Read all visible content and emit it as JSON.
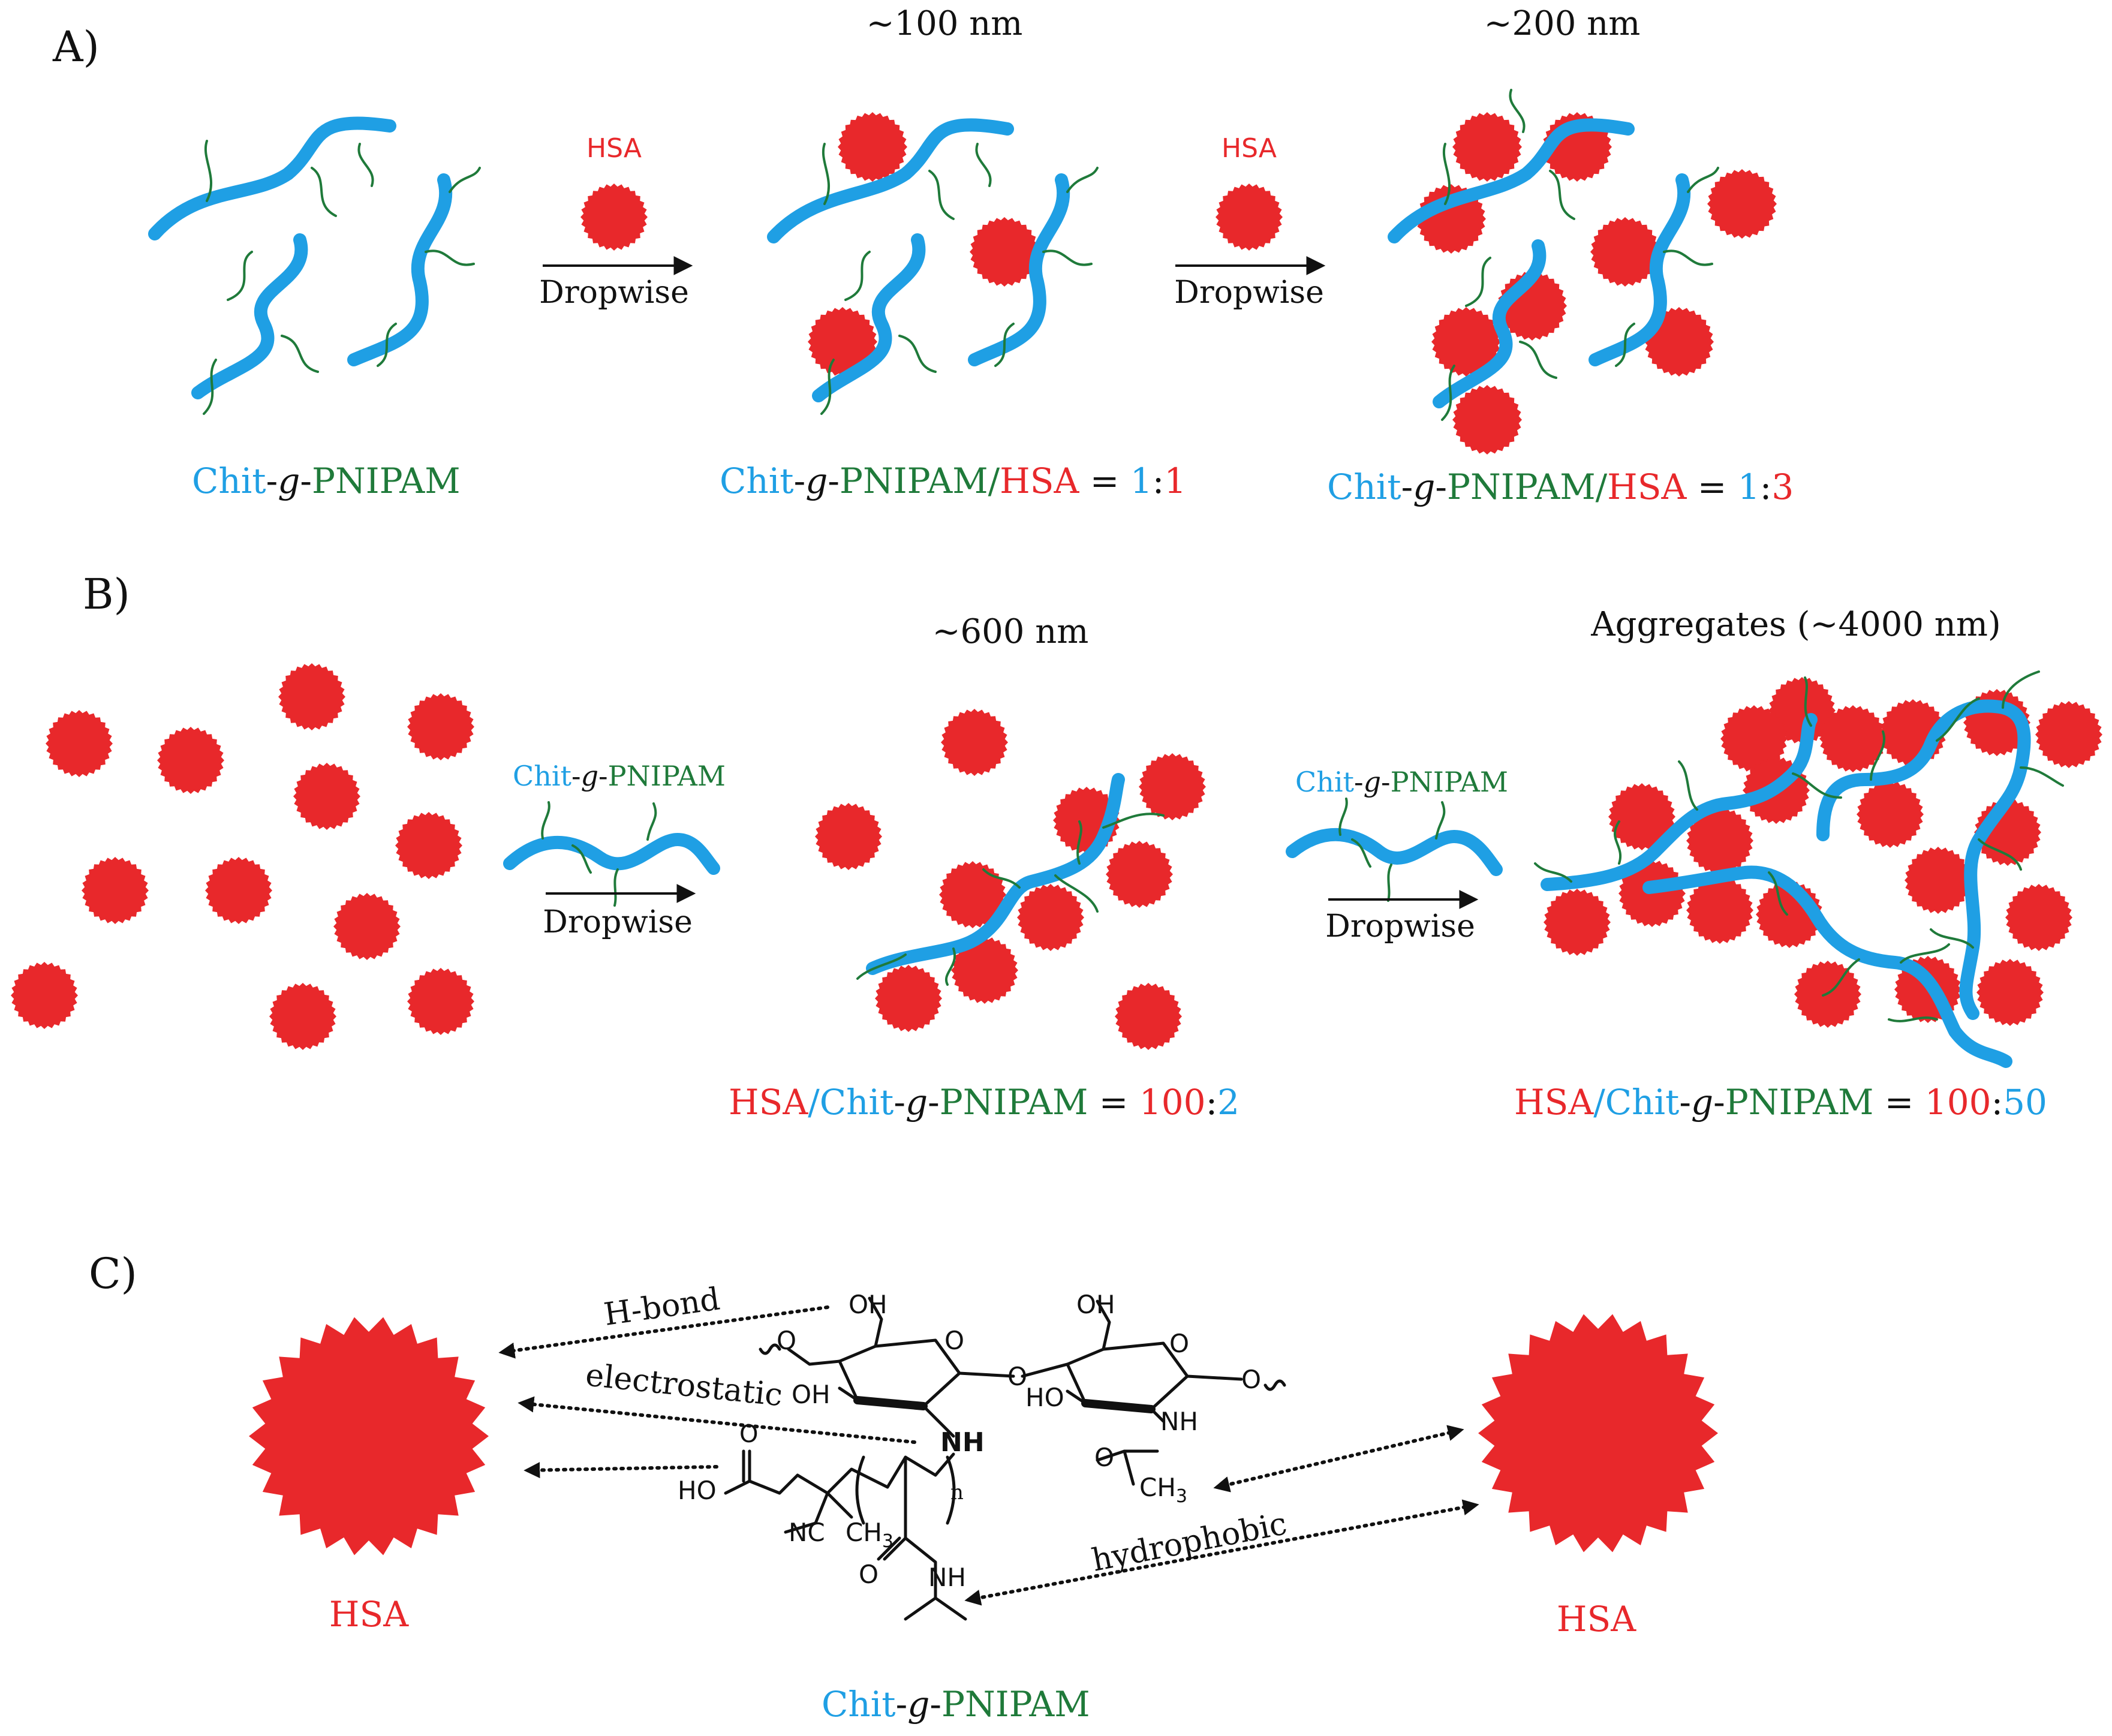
{
  "panel_labels": {
    "a": "A)",
    "b": "B)",
    "c": "C)"
  },
  "colors": {
    "hsa": "#e8282b",
    "chitosan": "#1f9fe4",
    "pnipam": "#1f7a3a",
    "text": "#111111"
  },
  "panel_a": {
    "reagent": "HSA",
    "step1": {
      "arrow_label": "Dropwise"
    },
    "step2": {
      "arrow_label": "Dropwise"
    },
    "size1": "~100 nm",
    "size2": "~200 nm",
    "start_label": {
      "chit": "Chit",
      "dash1": "-",
      "g": "g",
      "dash2": "-",
      "pnipam": "PNIPAM"
    },
    "mid_label": {
      "chit": "Chit",
      "dash1": "-",
      "g": "g",
      "dash2": "-",
      "pnipam": "PNIPAM",
      "slash": "/",
      "hsa": "HSA",
      "eq": " = ",
      "left": "1",
      "colon": ":",
      "right": "1"
    },
    "end_label": {
      "chit": "Chit",
      "dash1": "-",
      "g": "g",
      "dash2": "-",
      "pnipam": "PNIPAM",
      "slash": "/",
      "hsa": "HSA",
      "eq": " = ",
      "left": "1",
      "colon": ":",
      "right": "3"
    }
  },
  "panel_b": {
    "reagent": {
      "chit": "Chit",
      "dash1": "-",
      "g": "g",
      "dash2": "-",
      "pnipam": "PNIPAM"
    },
    "step1": {
      "arrow_label": "Dropwise"
    },
    "step2": {
      "arrow_label": "Dropwise"
    },
    "size1": "~600 nm",
    "size2": "Aggregates (~4000 nm)",
    "mid_label": {
      "hsa": "HSA",
      "slash": "/",
      "chit": "Chit",
      "dash1": "-",
      "g": "g",
      "dash2": "-",
      "pnipam": "PNIPAM",
      "eq": " = ",
      "left": "100",
      "colon": ":",
      "right": "2"
    },
    "end_label": {
      "hsa": "HSA",
      "slash": "/",
      "chit": "Chit",
      "dash1": "-",
      "g": "g",
      "dash2": "-",
      "pnipam": "PNIPAM",
      "eq": " = ",
      "left": "100",
      "colon": ":",
      "right": "50"
    }
  },
  "panel_c": {
    "left_protein": "HSA",
    "right_protein": "HSA",
    "interactions": {
      "h_bond": "H-bond",
      "electrostatic": "electrostatic",
      "hydrophobic": "hydrophobic"
    },
    "structure": {
      "oh1": "OH",
      "oh2": "OH",
      "oh3": "OH",
      "ho1": "HO",
      "ho2": "HO",
      "nh_bold": "NH",
      "nh2": "NH",
      "nh3": "NH",
      "o1": "O",
      "o2": "O",
      "o3": "O",
      "o4": "O",
      "o5": "O",
      "o6": "O",
      "o7": "O",
      "n_sub": "n",
      "nc": "NC",
      "ch3a": "CH",
      "ch3b": "CH",
      "sub3": "3"
    },
    "caption": {
      "chit": "Chit",
      "dash1": "-",
      "g": "g",
      "dash2": "-",
      "pnipam": "PNIPAM"
    }
  }
}
